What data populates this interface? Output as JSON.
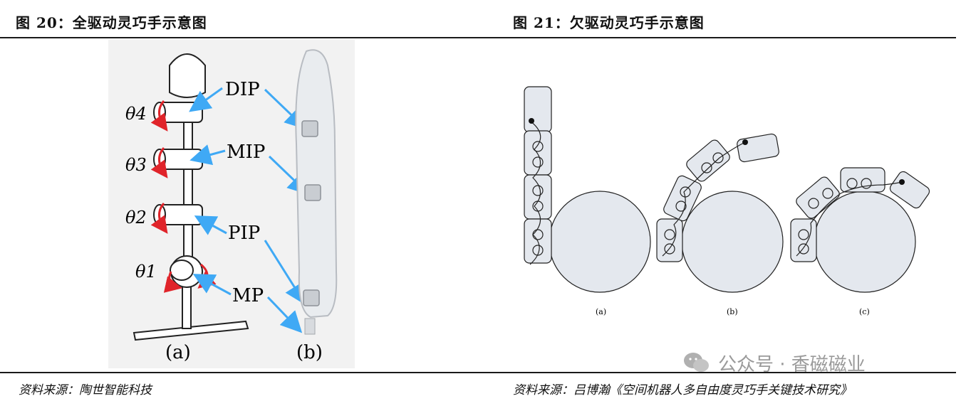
{
  "left_figure": {
    "title": "图 20：全驱动灵巧手示意图",
    "source": "资料来源：陶世智能科技",
    "joint_labels": [
      "DIP",
      "MIP",
      "PIP",
      "MP"
    ],
    "angle_labels": [
      "θ4",
      "θ3",
      "θ2",
      "θ1"
    ],
    "sub_labels": [
      "(a)",
      "(b)"
    ]
  },
  "right_figure": {
    "title": "图 21：欠驱动灵巧手示意图",
    "source": "资料来源：吕博瀚《空间机器人多自由度灵巧手关键技术研究》",
    "sub_labels": [
      "(a)",
      "(b)",
      "(c)"
    ]
  },
  "watermark": {
    "text": "公众号 · 香磁磁业"
  },
  "colors": {
    "rule": "#1a1a1a",
    "arrow_blue": "#3fa9f5",
    "rotation_red": "#e0242a",
    "fill_gray": "#e4e8ee"
  }
}
